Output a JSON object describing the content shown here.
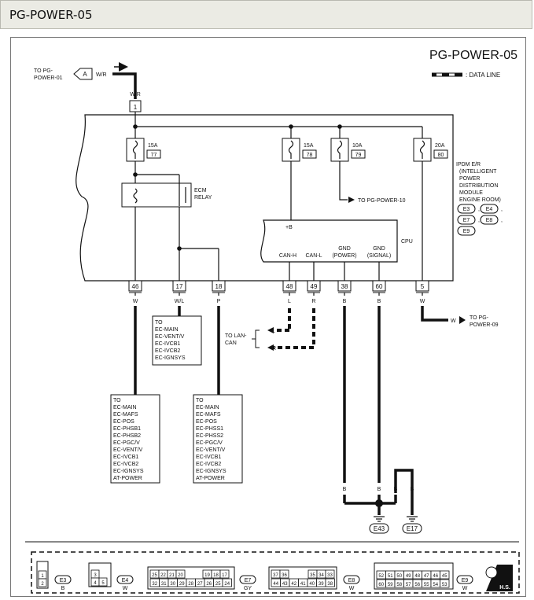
{
  "header": {
    "title": "PG-POWER-05"
  },
  "diagram": {
    "title": "PG-POWER-05",
    "legend": ": DATA LINE",
    "to_pg_power01": [
      "TO PG-",
      "POWER-01"
    ],
    "connector_a": "A",
    "wire_wr_top": "W/R",
    "wire_wr_label": "W/R",
    "pin_top": "1",
    "fuses": [
      {
        "amp": "15A",
        "num": "77"
      },
      {
        "amp": "15A",
        "num": "78"
      },
      {
        "amp": "10A",
        "num": "79"
      },
      {
        "amp": "20A",
        "num": "80"
      }
    ],
    "relay": [
      "ECM",
      "RELAY"
    ],
    "to_pg_power10": "TO PG-POWER-10",
    "ipdm": [
      "IPDM E/R",
      "(INTELLIGENT",
      "POWER",
      "DISTRIBUTION",
      "MODULE",
      "ENGINE ROOM)"
    ],
    "ipdm_conns": [
      "E3",
      "E4",
      "E7",
      "E8",
      "E9"
    ],
    "cpu": {
      "plus_b": "+B",
      "label": "CPU",
      "can_h": "CAN-H",
      "can_l": "CAN-L",
      "gnd_power": [
        "GND",
        "(POWER)"
      ],
      "gnd_signal": [
        "GND",
        "(SIGNAL)"
      ]
    },
    "pins": [
      {
        "pin": "46",
        "wire": "W"
      },
      {
        "pin": "17",
        "wire": "W/L"
      },
      {
        "pin": "18",
        "wire": "P"
      },
      {
        "pin": "48",
        "wire": "L"
      },
      {
        "pin": "49",
        "wire": "R"
      },
      {
        "pin": "38",
        "wire": "B"
      },
      {
        "pin": "60",
        "wire": "B"
      },
      {
        "pin": "5",
        "wire": "W"
      }
    ],
    "to_pg_power09": [
      "TO PG-",
      "POWER-09"
    ],
    "wire_w_right": "W",
    "to_lan": [
      "TO LAN-",
      "CAN"
    ],
    "lan_l": "L",
    "lan_r": "R",
    "box_17": [
      "TO",
      "EC-MAIN",
      "EC-VENT/V",
      "EC-IVCB1",
      "EC-IVCB2",
      "EC-IGNSYS"
    ],
    "box_46": [
      "TO",
      "EC-MAIN",
      "EC-MAFS",
      "EC-POS",
      "EC-PHSB1",
      "EC-PHSB2",
      "EC-PGC/V",
      "EC-VENT/V",
      "EC-IVCB1",
      "EC-IVCB2",
      "EC-IGNSYS",
      "AT-POWER"
    ],
    "box_18": [
      "TO",
      "EC-MAIN",
      "EC-MAFS",
      "EC-POS",
      "EC-PHSS1",
      "EC-PHSS2",
      "EC-PGC/V",
      "EC-VENT/V",
      "EC-IVCB1",
      "EC-IVCB2",
      "EC-IGNSYS",
      "AT-POWER"
    ],
    "ground_wires": [
      "B",
      "B",
      "B",
      "B"
    ],
    "grounds": [
      "E43",
      "E17"
    ],
    "bottom": {
      "e3": {
        "pins": [
          "1",
          "2"
        ],
        "name": "E3",
        "color": "B"
      },
      "e4": {
        "pins": [
          "3",
          "4",
          "5"
        ],
        "name": "E4",
        "color": "W"
      },
      "e7": {
        "row1": [
          "25",
          "22",
          "21",
          "20",
          "19",
          "18",
          "17"
        ],
        "row2": [
          "32",
          "31",
          "30",
          "29",
          "28",
          "27",
          "26",
          "25",
          "24"
        ],
        "name": "E7",
        "color": "GY"
      },
      "e8": {
        "row1": [
          "37",
          "36",
          "35",
          "34",
          "33"
        ],
        "row2": [
          "44",
          "43",
          "42",
          "41",
          "40",
          "39",
          "38"
        ],
        "name": "E8",
        "color": "W"
      },
      "e9": {
        "row1": [
          "52",
          "51",
          "50",
          "49",
          "48",
          "47",
          "46",
          "45"
        ],
        "row2": [
          "60",
          "59",
          "58",
          "57",
          "56",
          "55",
          "54",
          "53"
        ],
        "name": "E9",
        "color": "W"
      },
      "hs": "H.S."
    }
  }
}
